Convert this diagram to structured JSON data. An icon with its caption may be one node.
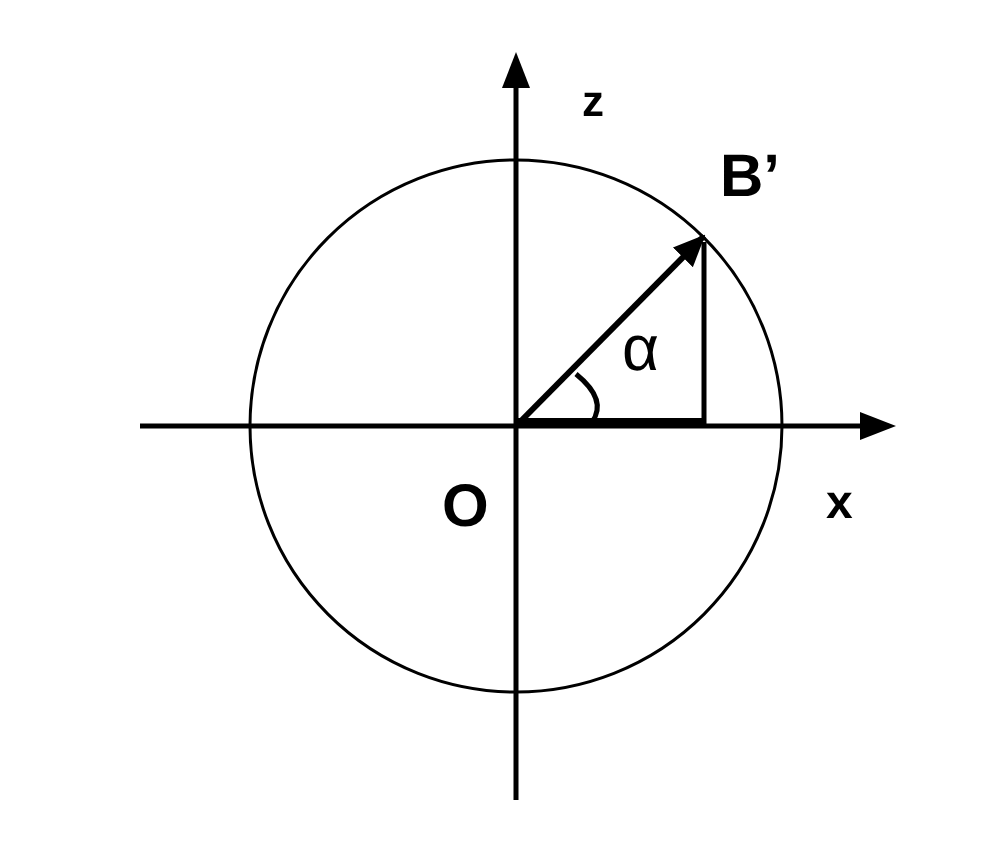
{
  "diagram": {
    "nodes": [
      {
        "text": [
          "O"
        ]
      },
      {
        "text": [
          "B’"
        ]
      }
    ],
    "edges": [
      {
        "from": 0,
        "to": 1,
        "arrow": "to"
      }
    ],
    "labels": [
      "z",
      "α",
      "x"
    ]
  }
}
